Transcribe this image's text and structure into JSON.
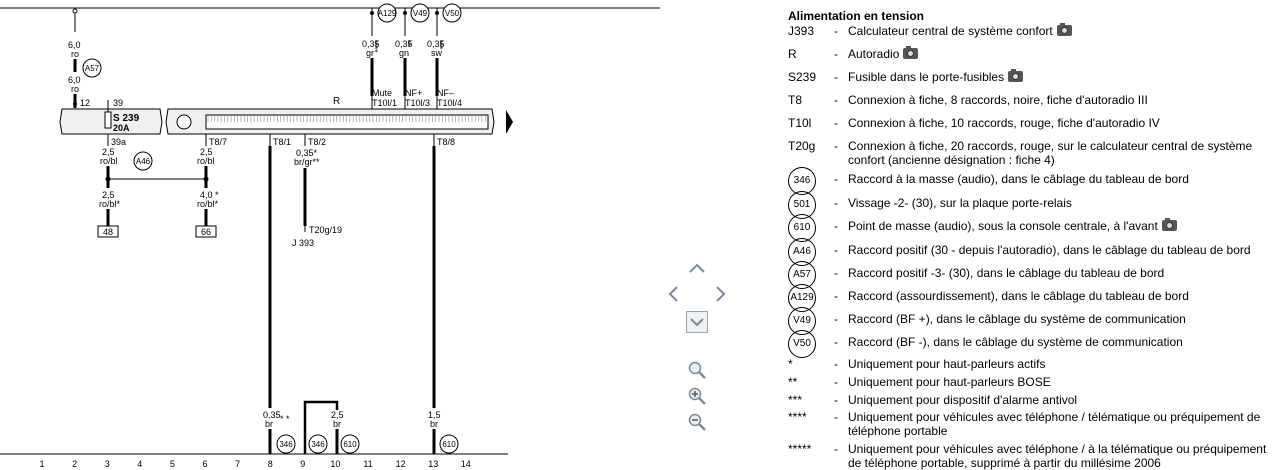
{
  "diagram": {
    "wires_top": [
      {
        "id": "a129",
        "label": "A129",
        "gauge": "0,35",
        "color": "gr",
        "stars": "****"
      },
      {
        "id": "v49",
        "label": "V49",
        "gauge": "0,35",
        "color": "gn",
        "stars": "**"
      },
      {
        "id": "v50",
        "label": "V50",
        "gauge": "0,35",
        "color": "sw",
        "stars": "***"
      }
    ],
    "r_label": "R",
    "s239_label": "S 239",
    "s239_rating": "20A",
    "conn_12": "12",
    "conn_39": "39",
    "conn_39a": "39a",
    "left_wire_top_gauge": "6,0",
    "left_wire_top_color": "ro",
    "left_wire_mid_gauge": "6,0",
    "left_wire_mid_color": "ro",
    "a57": "A57",
    "a46": "A46",
    "pins_r": [
      {
        "name": "Mute",
        "pin": "T10l/1"
      },
      {
        "name": "NF+",
        "pin": "T10l/3"
      },
      {
        "name": "NF–",
        "pin": "T10l/4"
      }
    ],
    "t8_7": "T8/7",
    "t8_1": "T8/1",
    "t8_2": "T8/2",
    "t8_8": "T8/8",
    "w39a_gauge": "2,5",
    "w39a_color": "ro/bl",
    "w87_gauge": "2,5",
    "w87_color": "ro/bl",
    "w48_gauge": "2,5",
    "w48_color": "ro/bl*",
    "w66_gauge": "4,0 *",
    "w66_color": "ro/bl*",
    "box_48": "48",
    "box_66": "66",
    "w82_gauge": "0,35*",
    "w82_color": "br/gr**",
    "t20g": "T20g/19",
    "j393": "J 393",
    "w_bottom_8_gauge": "0,35",
    "w_bottom_8_color": "br",
    "w_bottom_8_stars": "* *",
    "w_bottom_10_gauge": "2,5",
    "w_bottom_10_color": "br",
    "w_bottom_13_gauge": "1,5",
    "w_bottom_13_color": "br",
    "ground_346a": "346",
    "ground_346b": "346",
    "ground_610a": "610",
    "ground_610b": "610",
    "columns": [
      "1",
      "2",
      "3",
      "4",
      "5",
      "6",
      "7",
      "8",
      "9",
      "10",
      "11",
      "12",
      "13",
      "14"
    ]
  },
  "legend": {
    "title": "Alimentation en tension",
    "items": [
      {
        "key": "J393",
        "text": "Calculateur central de système confort",
        "camera": true
      },
      {
        "key": "R",
        "text": "Autoradio",
        "camera": true
      },
      {
        "key": "S239",
        "text": "Fusible dans le porte-fusibles",
        "camera": true
      },
      {
        "key": "T8",
        "text": "Connexion à fiche, 8 raccords, noire, fiche d'autoradio III",
        "camera": false
      },
      {
        "key": "T10l",
        "text": "Connexion à fiche, 10 raccords, rouge, fiche d'autoradio IV",
        "camera": false
      },
      {
        "key": "T20g",
        "text": "Connexion à fiche, 20 raccords, rouge, sur le calculateur central de système confort (ancienne désignation : fiche 4)",
        "camera": false
      },
      {
        "key": "346",
        "circle": true,
        "text": "Raccord à la masse (audio), dans le câblage du tableau de bord",
        "camera": false
      },
      {
        "key": "501",
        "circle": true,
        "text": "Vissage -2- (30), sur la plaque porte-relais",
        "camera": false
      },
      {
        "key": "610",
        "circle": true,
        "text": "Point de masse (audio), sous la console centrale, à l'avant",
        "camera": true
      },
      {
        "key": "A46",
        "circle": true,
        "text": "Raccord positif (30 - depuis l'autoradio), dans le câblage du tableau de bord",
        "camera": false
      },
      {
        "key": "A57",
        "circle": true,
        "text": "Raccord positif -3- (30), dans le câblage du tableau de bord",
        "camera": false
      },
      {
        "key": "A129",
        "circle": true,
        "text": "Raccord (assourdissement), dans le câblage du tableau de bord",
        "camera": false
      },
      {
        "key": "V49",
        "circle": true,
        "text": "Raccord (BF +), dans le câblage du système de communication",
        "camera": false
      },
      {
        "key": "V50",
        "circle": true,
        "text": "Raccord (BF -), dans le câblage du système de communication",
        "camera": false
      },
      {
        "key": "*",
        "text": "Uniquement pour haut-parleurs actifs",
        "camera": false
      },
      {
        "key": "**",
        "text": "Uniquement pour haut-parleurs BOSE",
        "camera": false
      },
      {
        "key": "***",
        "text": "Uniquement pour dispositif d'alarme antivol",
        "camera": false
      },
      {
        "key": "****",
        "text": "Uniquement pour véhicules avec téléphone / télématique ou préquipement de téléphone portable",
        "camera": false
      },
      {
        "key": "*****",
        "text": "Uniquement pour véhicules avec téléphone / à la télématique ou préquipement de téléphone portable, supprimé à partir du millésime 2006",
        "camera": false
      }
    ]
  }
}
